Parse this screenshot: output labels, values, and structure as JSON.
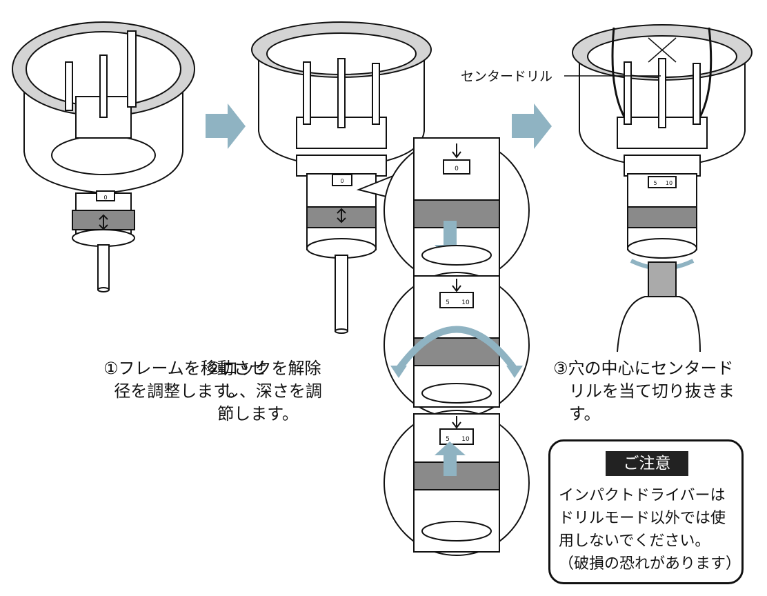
{
  "steps": {
    "step1": "①フレームを移動させ\n  径を調整します。",
    "step2": "②ロックを解除\n   し、深さを調\n  節します。",
    "step3": "③穴の中心にセンタード\n   リルを当て切り抜きま\n   す。"
  },
  "labels": {
    "center_drill": "センタードリル"
  },
  "notice": {
    "title": "ご注意",
    "body": "インパクトドライバーは\nドリルモード以外では使\n用しないでください。\n（破損の恐れがあります）"
  },
  "dial_marks": {
    "zero": "0",
    "five": "5",
    "ten": "10"
  },
  "colors": {
    "arrow": "#8fb3c2",
    "band": "#8a8a8a",
    "line": "#111111"
  }
}
